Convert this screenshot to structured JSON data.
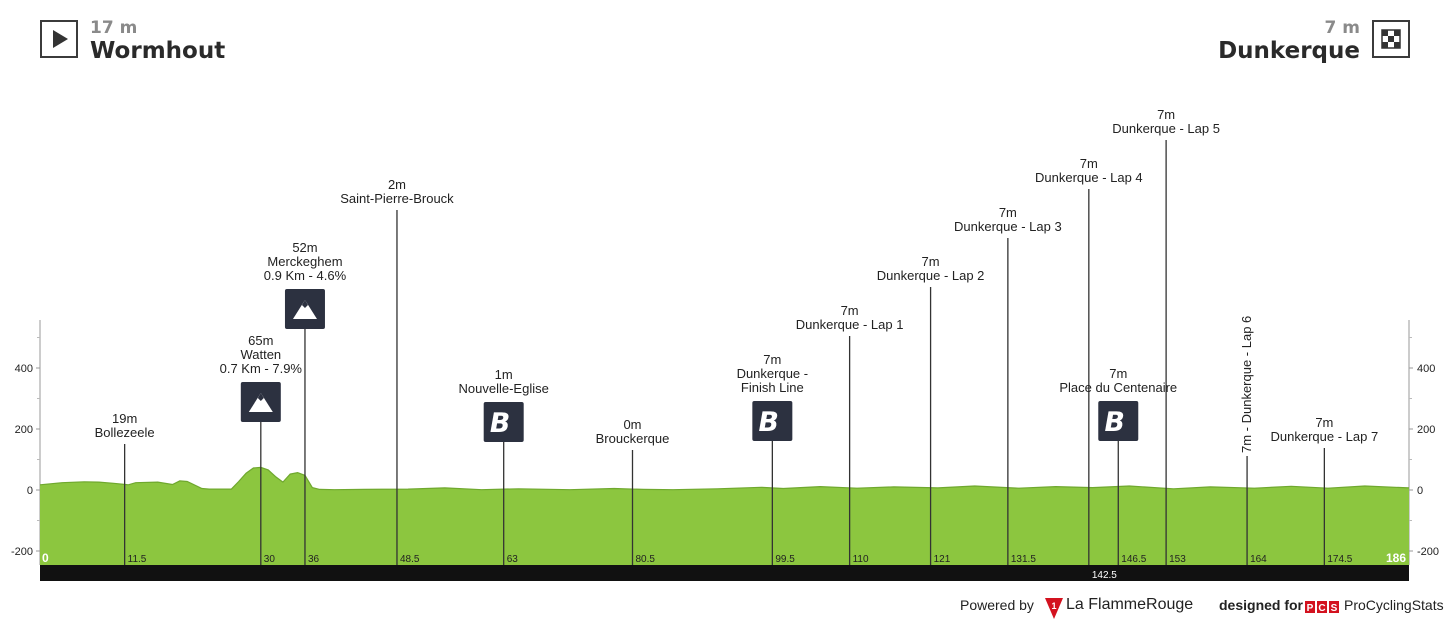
{
  "header": {
    "start": {
      "altitude": "17 m",
      "name": "Wormhout",
      "icon": "play-flag-icon"
    },
    "finish": {
      "altitude": "7 m",
      "name": "Dunkerque",
      "icon": "checkered-flag-icon"
    }
  },
  "footer": {
    "powered_by": "Powered by",
    "lfr_logo_text": "La FlammeRouge",
    "designed_for": "designed for",
    "pcs_logo_text": "PCS",
    "pcs_name": "ProCyclingStats"
  },
  "colors": {
    "profile_fill": "#8cc63f",
    "profile_top": "#6fa82e",
    "bar": "#111111",
    "icon_bg": "#2c3140"
  },
  "chart_data": {
    "type": "area",
    "title": "",
    "xlabel": "",
    "ylabel": "",
    "xlim": [
      0,
      186
    ],
    "ylim": [
      -250,
      550
    ],
    "y_ticks": [
      -200,
      0,
      200,
      400
    ],
    "y_tick_labels": [
      "-200",
      "0",
      "200",
      "400"
    ],
    "profile": {
      "x": [
        0,
        3,
        6,
        8,
        10,
        12,
        13,
        16,
        18,
        19,
        20,
        22,
        23,
        25,
        26,
        27,
        28,
        29,
        30,
        31,
        32,
        33,
        34,
        35,
        36,
        37,
        38,
        40,
        44,
        50,
        55,
        60,
        65,
        72,
        78,
        82,
        86,
        92,
        98,
        101,
        106,
        111,
        116,
        122,
        127,
        133,
        138,
        143,
        148,
        154,
        159,
        165,
        170,
        175,
        180,
        186
      ],
      "y": [
        17,
        24,
        27,
        26,
        22,
        17,
        24,
        26,
        18,
        30,
        28,
        5,
        3,
        3,
        3,
        28,
        55,
        72,
        74,
        66,
        44,
        26,
        52,
        57,
        48,
        8,
        2,
        1,
        2,
        3,
        7,
        1,
        4,
        1,
        5,
        2,
        1,
        4,
        9,
        5,
        11,
        6,
        10,
        7,
        13,
        6,
        11,
        8,
        13,
        4,
        10,
        6,
        12,
        6,
        13,
        7
      ]
    },
    "axis_labels": [
      {
        "x": 0,
        "label": "0",
        "style": "start"
      },
      {
        "x": 11.5,
        "label": "11.5"
      },
      {
        "x": 30,
        "label": "30"
      },
      {
        "x": 36,
        "label": "36"
      },
      {
        "x": 48.5,
        "label": "48.5"
      },
      {
        "x": 63,
        "label": "63"
      },
      {
        "x": 80.5,
        "label": "80.5"
      },
      {
        "x": 99.5,
        "label": "99.5"
      },
      {
        "x": 110,
        "label": "110"
      },
      {
        "x": 121,
        "label": "121"
      },
      {
        "x": 131.5,
        "label": "131.5"
      },
      {
        "x": 142.5,
        "label": "142.5",
        "style": "bar"
      },
      {
        "x": 146.5,
        "label": "146.5"
      },
      {
        "x": 153,
        "label": "153"
      },
      {
        "x": 164,
        "label": "164"
      },
      {
        "x": 174.5,
        "label": "174.5"
      },
      {
        "x": 186,
        "label": "186",
        "style": "end"
      }
    ],
    "waypoints": [
      {
        "x": 11.5,
        "alt": "19m",
        "name": "Bollezeele",
        "top": 412
      },
      {
        "x": 30,
        "alt": "65m",
        "name": "Watten",
        "extra": "0.7 Km - 7.9%",
        "icon": "mountain",
        "top": 334
      },
      {
        "x": 36,
        "alt": "52m",
        "name": "Merckeghem",
        "extra": "0.9 Km - 4.6%",
        "icon": "mountain",
        "top": 241
      },
      {
        "x": 48.5,
        "alt": "2m",
        "name": "Saint-Pierre-Brouck",
        "top": 178
      },
      {
        "x": 63,
        "alt": "1m",
        "name": "Nouvelle-Eglise",
        "icon": "bonus",
        "top": 368
      },
      {
        "x": 80.5,
        "alt": "0m",
        "name": "Brouckerque",
        "top": 418
      },
      {
        "x": 99.5,
        "alt": "7m",
        "name": "Dunkerque -",
        "name2": "Finish Line",
        "icon": "bonus",
        "top": 353
      },
      {
        "x": 110,
        "alt": "7m",
        "name": "Dunkerque - Lap 1",
        "top": 304
      },
      {
        "x": 121,
        "alt": "7m",
        "name": "Dunkerque - Lap 2",
        "top": 255
      },
      {
        "x": 131.5,
        "alt": "7m",
        "name": "Dunkerque - Lap 3",
        "top": 206
      },
      {
        "x": 142.5,
        "alt": "7m",
        "name": "Dunkerque - Lap 4",
        "top": 157
      },
      {
        "x": 146.5,
        "alt": "7m",
        "name": "Place du Centenaire",
        "icon": "bonus",
        "top": 367
      },
      {
        "x": 153,
        "alt": "7m",
        "name": "Dunkerque - Lap 5",
        "top": 108
      },
      {
        "x": 164,
        "alt": "7m",
        "name": "Dunkerque - Lap 6",
        "vertical": true,
        "top": 278
      },
      {
        "x": 174.5,
        "alt": "7m",
        "name": "Dunkerque - Lap 7",
        "top": 416
      }
    ],
    "icon_glyphs": {
      "mountain": "mountain-icon",
      "bonus": "bonus-sprint-icon"
    },
    "bonus_glyph": "B"
  }
}
